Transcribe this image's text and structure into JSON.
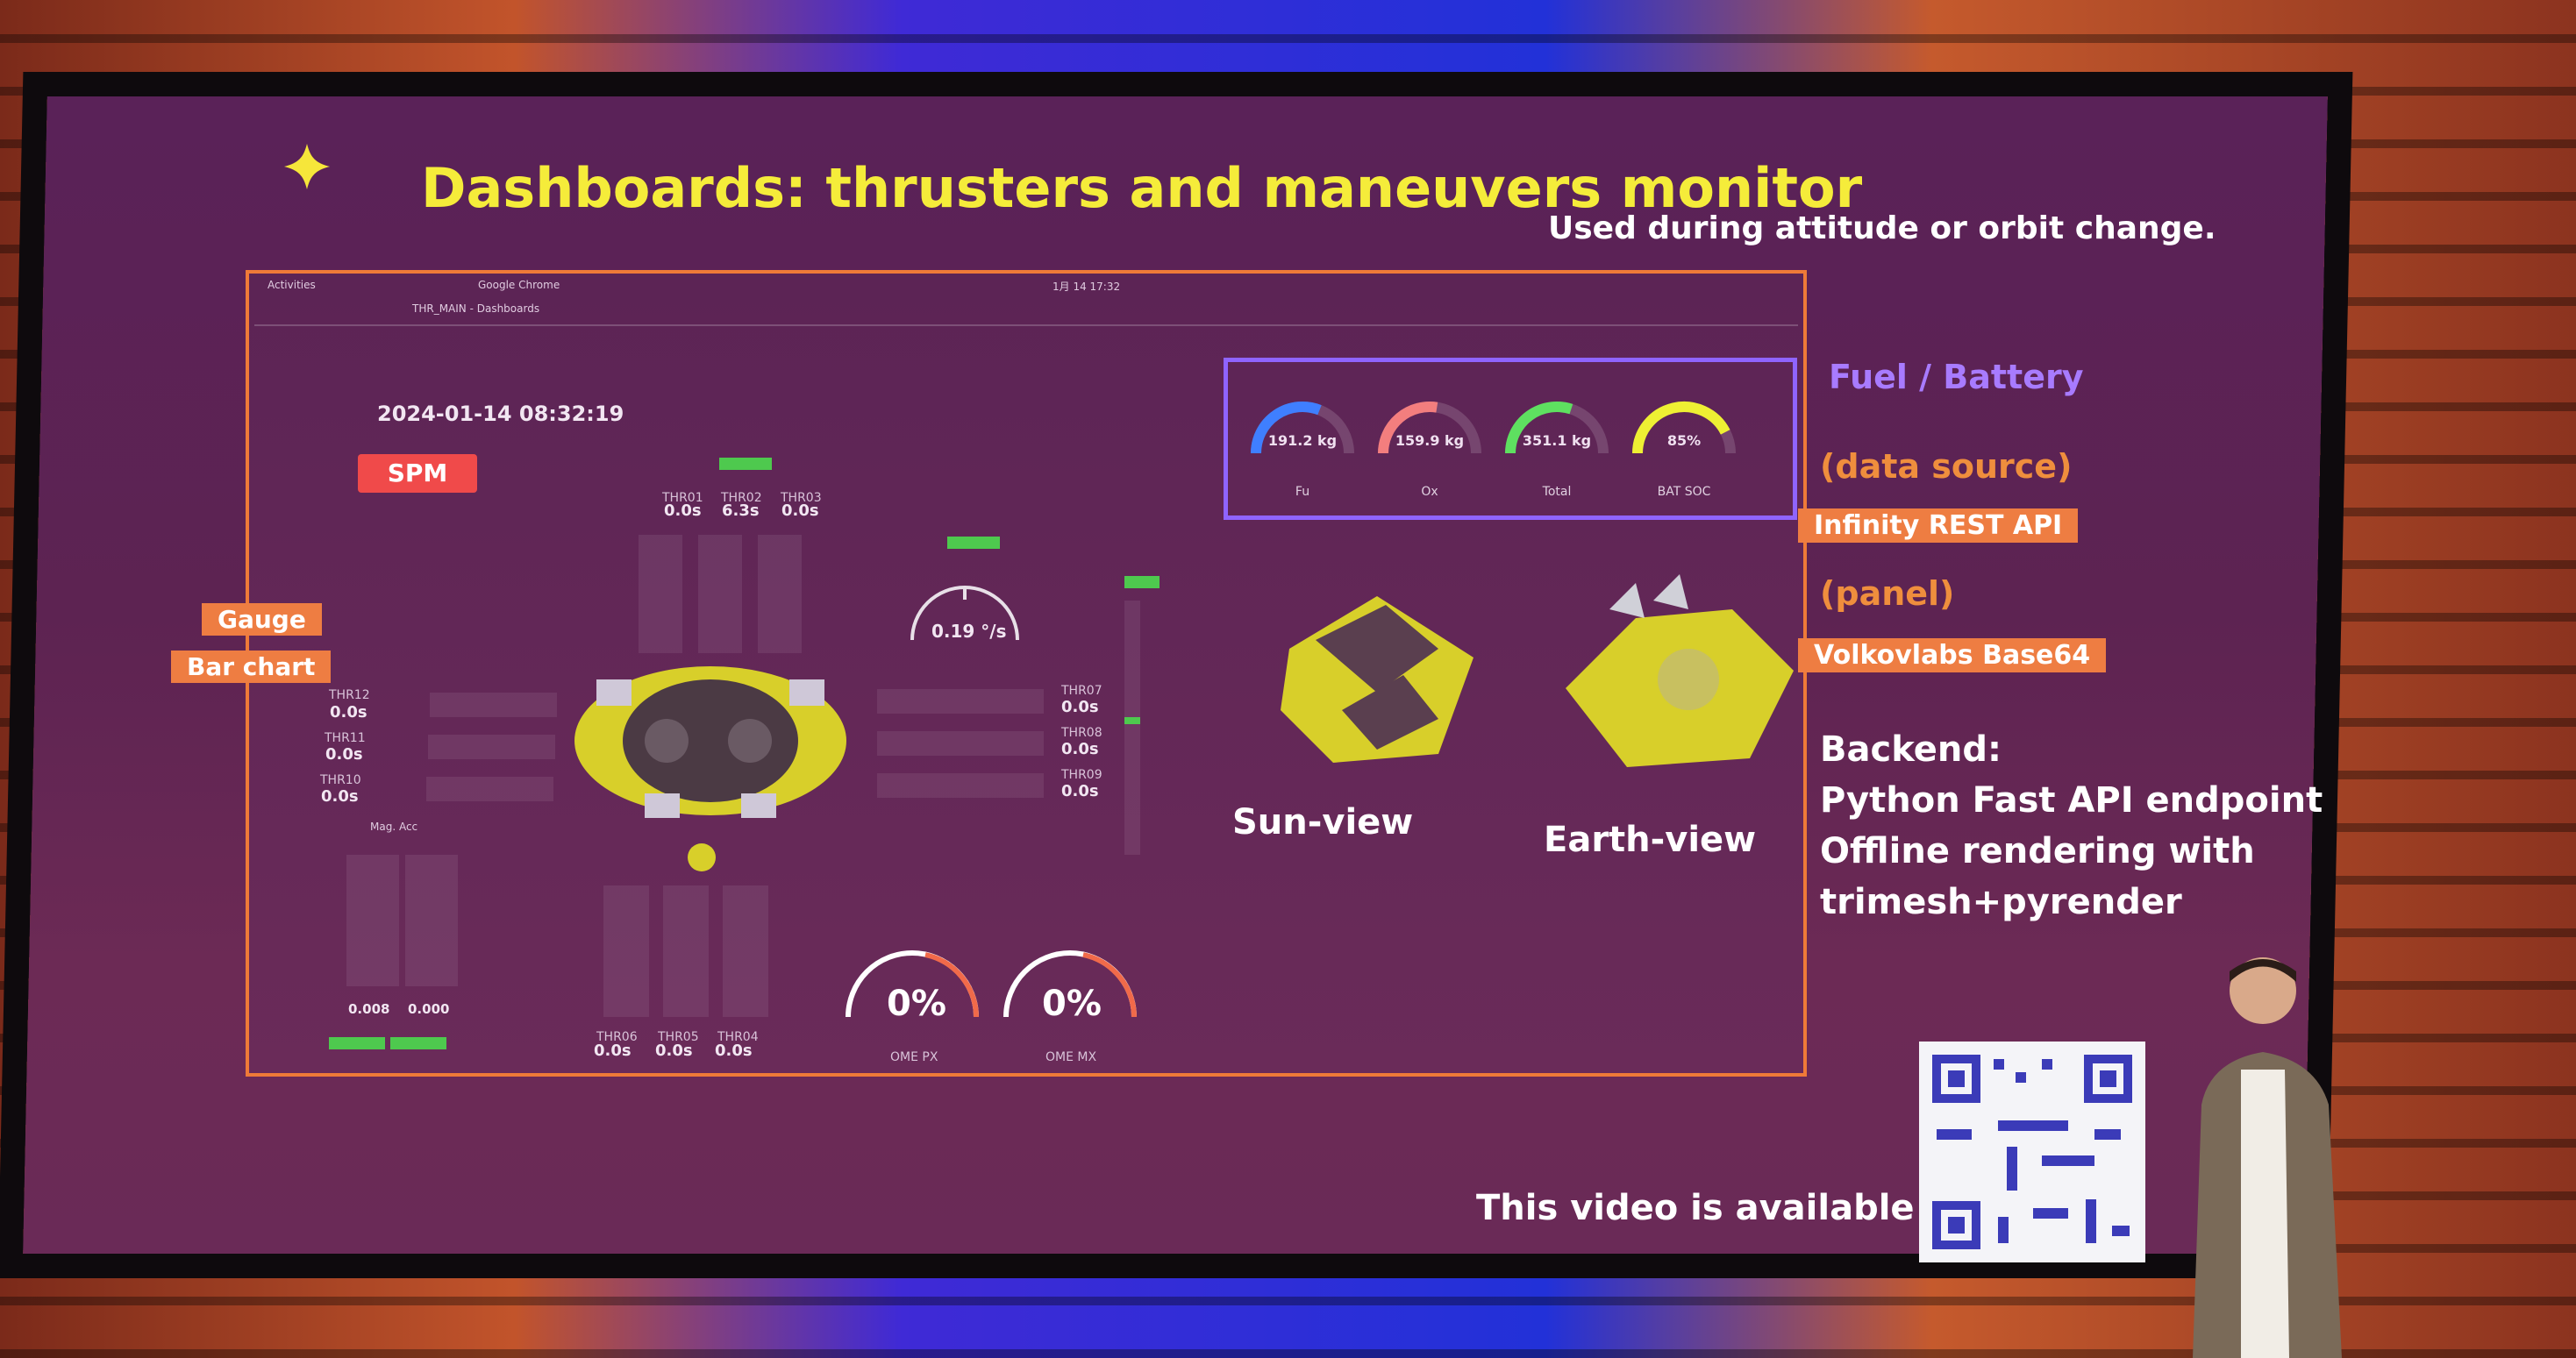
{
  "slide": {
    "title": "Dashboards: thrusters and maneuvers monitor",
    "subtitle": "Used during attitude or orbit change."
  },
  "dashboard": {
    "topbar": {
      "activities": "Activities",
      "browser": "Google Chrome",
      "clock": "1月 14 17:32",
      "tab": "THR_MAIN - Dashboards"
    },
    "timestamp": "2024-01-14 08:32:19",
    "mode_label": "SPM",
    "thruster_top": [
      {
        "name": "THR01",
        "value": "0.0s"
      },
      {
        "name": "THR02",
        "value": "6.3s"
      },
      {
        "name": "THR03",
        "value": "0.0s"
      }
    ],
    "thruster_left": [
      {
        "name": "THR12",
        "value": "0.0s"
      },
      {
        "name": "THR11",
        "value": "0.0s"
      },
      {
        "name": "THR10",
        "value": "0.0s"
      }
    ],
    "thruster_right": [
      {
        "name": "THR07",
        "value": "0.0s"
      },
      {
        "name": "THR08",
        "value": "0.0s"
      },
      {
        "name": "THR09",
        "value": "0.0s"
      }
    ],
    "thruster_bottom": [
      {
        "name": "THR06",
        "value": "0.0s"
      },
      {
        "name": "THR05",
        "value": "0.0s"
      },
      {
        "name": "THR04",
        "value": "0.0s"
      }
    ],
    "rate_gauge": "0.19 °/s",
    "ome_gauges": [
      {
        "name": "OME PX",
        "value": "0%"
      },
      {
        "name": "OME MX",
        "value": "0%"
      }
    ],
    "rw_values": [
      "0.008",
      "0.000"
    ]
  },
  "fuel": {
    "gauges": [
      {
        "name": "Fu",
        "value": "191.2 kg",
        "color": "#3f7fff",
        "level": 0.62
      },
      {
        "name": "Ox",
        "value": "159.9 kg",
        "color": "#f37e7e",
        "level": 0.55
      },
      {
        "name": "Total",
        "value": "351.1 kg",
        "color": "#5ee060",
        "level": 0.6
      },
      {
        "name": "BAT SOC",
        "value": "85%",
        "color": "#eef033",
        "level": 0.85
      }
    ],
    "title": "Fuel / Battery"
  },
  "annotations": {
    "gauge": "Gauge",
    "bar_chart": "Bar chart",
    "data_source": "(data source)",
    "infinity": "Infinity REST API",
    "panel": "(panel)",
    "volkov": "Volkovlabs Base64",
    "backend": "Backend:",
    "backend_line1": "Python Fast API endpoint",
    "backend_line2": "Offline rendering with",
    "backend_line3": "trimesh+pyrender",
    "sun_view": "Sun-view",
    "earth_view": "Earth-view",
    "video": "This video is available on:"
  }
}
